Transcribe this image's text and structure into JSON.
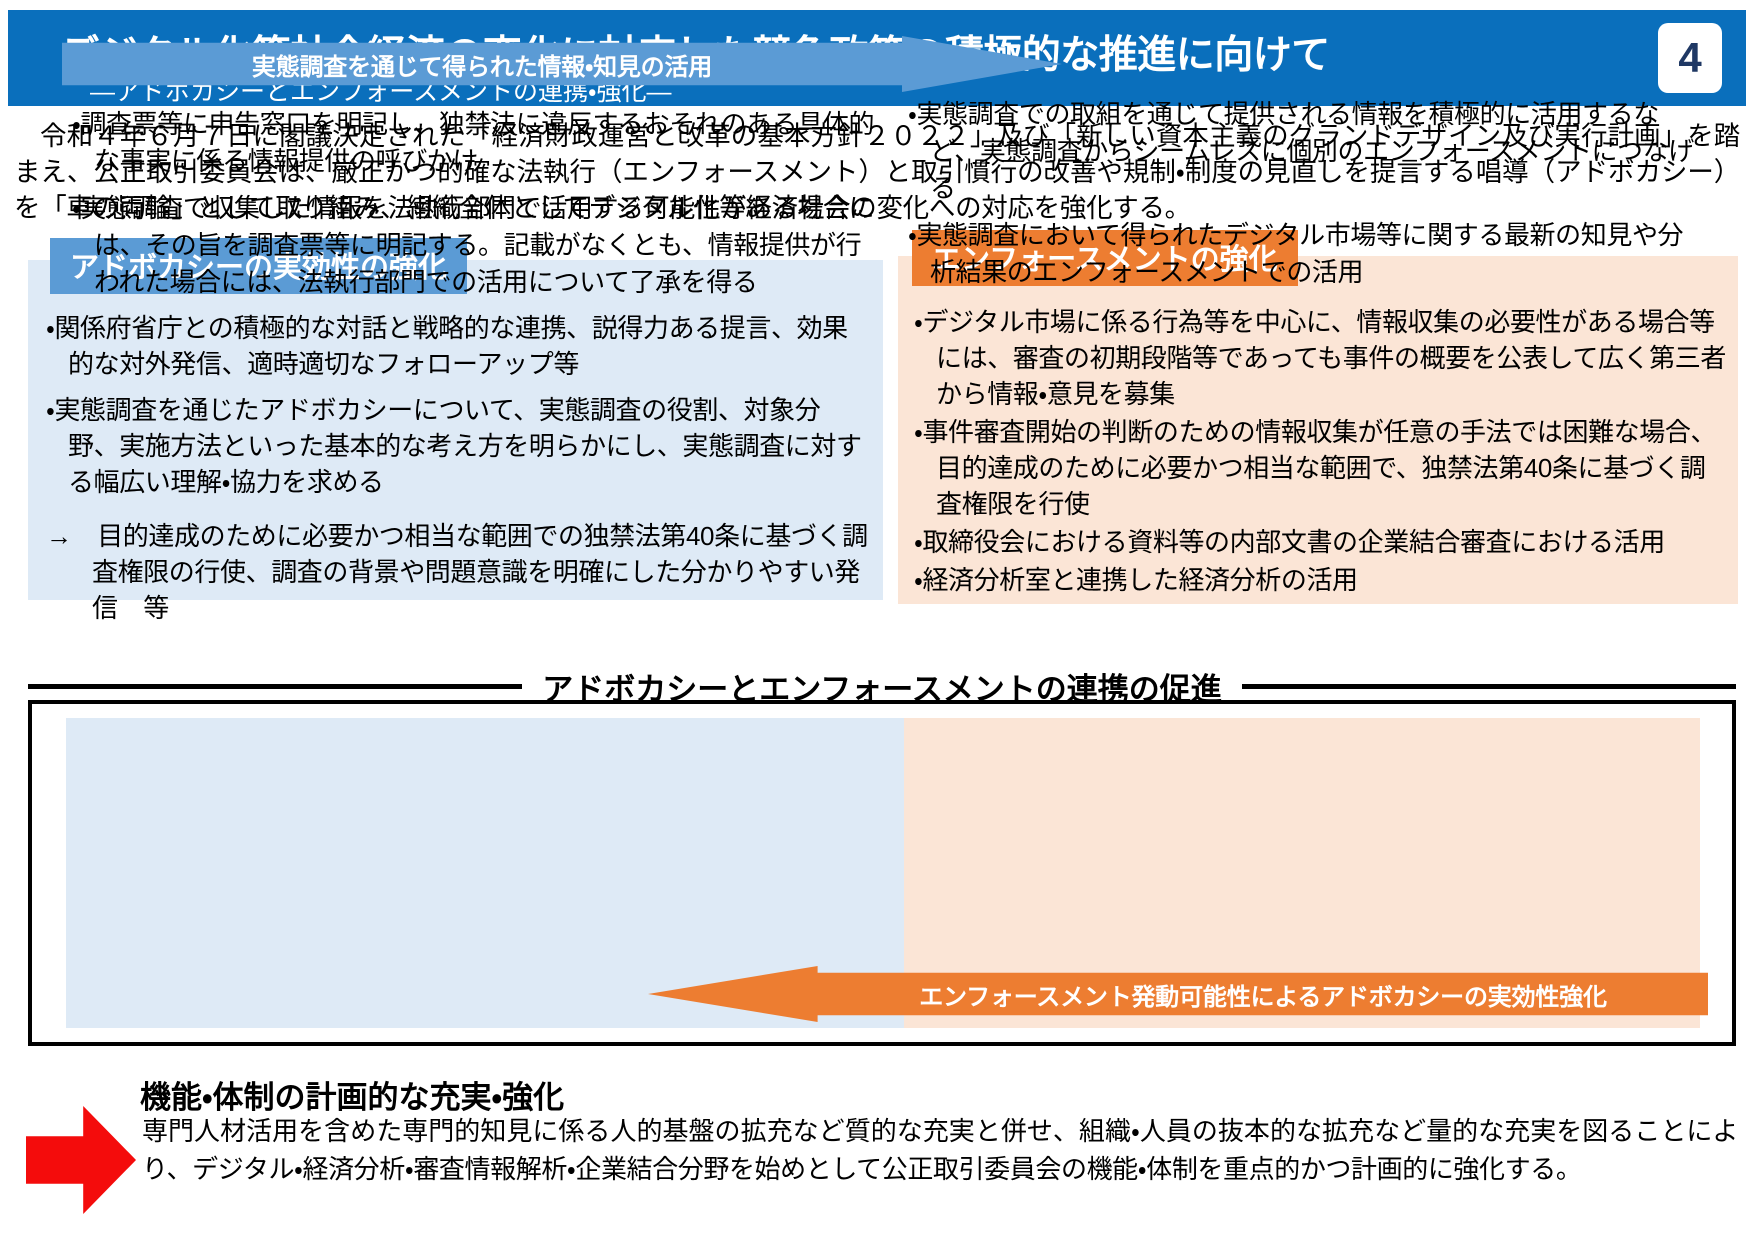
{
  "header": {
    "title": "デジタル化等社会経済の変化に対応した競争政策の積極的な推進に向けて",
    "subtitle": "―アドボカシーとエンフォースメントの連携・強化―",
    "page_number": "4",
    "bg_color": "#0A6FBC",
    "badge_text_color": "#1F3864"
  },
  "intro": {
    "paragraph": "令和４年６月７日に閣議決定された「経済財政運営と改革の基本方針２０２２」及び「新しい資本主義のグランドデザイン及び実行計画」を踏まえ、公正取引委員会は、厳正かつ的確な法執行（エンフォースメント）と取引慣行の改善や規制・制度の見直しを提言する唱導（アドボカシー）を「車の両輪」として取り組み、組織全体としてデジタル化等経済社会の変化への対応を強化する。"
  },
  "advocacy_panel": {
    "heading": "アドボカシーの実効性の強化",
    "heading_bg": "#5B9BD5",
    "body_bg": "#DEEAF6",
    "bullets": [
      "・関係府省庁との積極的な対話と戦略的な連携、説得力ある提言、効果的な対外発信、適時適切なフォローアップ等",
      "・実態調査を通じたアドボカシーについて、実態調査の役割、対象分野、実施方法といった基本的な考え方を明らかにし、実態調査に対する幅広い理解・協力を求める",
      "→　目的達成のために必要かつ相当な範囲での独禁法第40条に基づく調査権限の行使、調査の背景や問題意識を明確にした分かりやすい発信　等"
    ]
  },
  "enforcement_panel": {
    "heading": "エンフォースメントの強化",
    "heading_bg": "#ED7D31",
    "body_bg": "#FBE5D6",
    "bullets": [
      "・デジタル市場に係る行為等を中心に、情報収集の必要性がある場合等には、審査の初期段階等であっても事件の概要を公表して広く第三者から情報・意見を募集",
      "・事件審査開始の判断のための情報収集が任意の手法では困難な場合、目的達成のために必要かつ相当な範囲で、独禁法第40条に基づく調査権限を行使",
      "・取締役会における資料等の内部文書の企業結合審査における活用",
      "・経済分析室と連携した経済分析の活用"
    ]
  },
  "collaboration": {
    "section_title": "アドボカシーとエンフォースメントの連携の促進",
    "arrow_down_label": "実態調査を通じて得られた情報・知見の活用",
    "arrow_down_color": "#5B9BD5",
    "arrow_up_label": "エンフォースメント発動可能性によるアドボカシーの実効性強化",
    "arrow_up_color": "#ED7D31",
    "left_bullets": [
      "・調査票等に申告窓口を明記し、独禁法に違反するおそれのある具体的な事実に係る情報提供の呼びかけ",
      "・実態調査で収集した情報を法執行部門で活用する可能性がある場合には、その旨を調査票等に明記する。記載がなくとも、情報提供が行われた場合には、法執行部門での活用について了承を得る"
    ],
    "right_bullets": [
      "・実態調査での取組を通じて提供される情報を積極的に活用するなど、実態調査からシームレスに個別のエンフォースメントにつなげる",
      "・実態調査において得られたデジタル市場等に関する最新の知見や分析結果のエンフォースメントでの活用"
    ]
  },
  "bottom": {
    "arrow_color": "#F40C0C",
    "heading": "機能・体制の計画的な充実・強化",
    "body": "専門人材活用を含めた専門的知見に係る人的基盤の拡充など質的な充実と併せ、組織・人員の抜本的な拡充など量的な充実を図ることにより、デジタル・経済分析・審査情報解析・企業結合分野を始めとして公正取引委員会の機能・体制を重点的かつ計画的に強化する。"
  }
}
